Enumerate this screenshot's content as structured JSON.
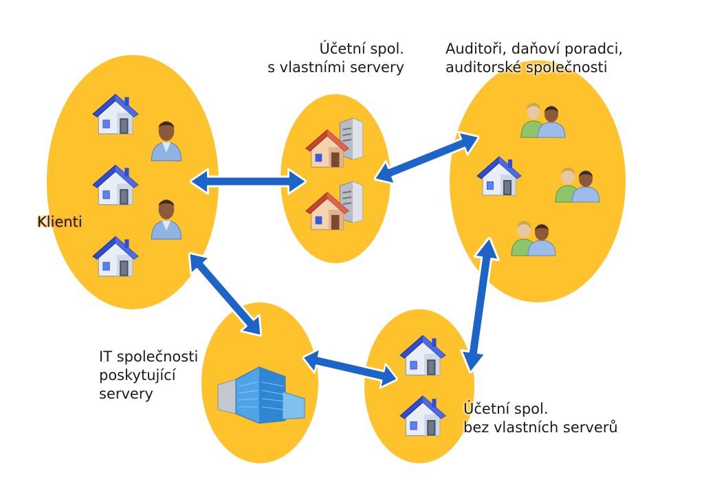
{
  "groups": {
    "clients": {
      "label": "Klienti"
    },
    "accounting_with_servers": {
      "label_line1": "Účetní spol.",
      "label_line2": "s vlastními servery"
    },
    "auditors": {
      "label_line1": "Auditoři, daňoví poradci,",
      "label_line2": "auditorské společnosti"
    },
    "it_companies": {
      "label_line1": "IT společnosti",
      "label_line2": "poskytující",
      "label_line3": "servery"
    },
    "accounting_without_servers": {
      "label_line1": "Účetní spol.",
      "label_line2": "bez vlastních serverů"
    }
  },
  "colors": {
    "ellipse_fill": "#fec22d",
    "arrow": "#1d64c8",
    "house_roof": "#2f4fd0",
    "house_roof_red": "#c8452e",
    "house_wall": "#e6ecf5",
    "house_wall_warm": "#f2c9a2"
  },
  "icons": [
    "house-icon",
    "person-icon",
    "people-icon",
    "server-icon",
    "building-icon",
    "double-arrow-icon"
  ]
}
